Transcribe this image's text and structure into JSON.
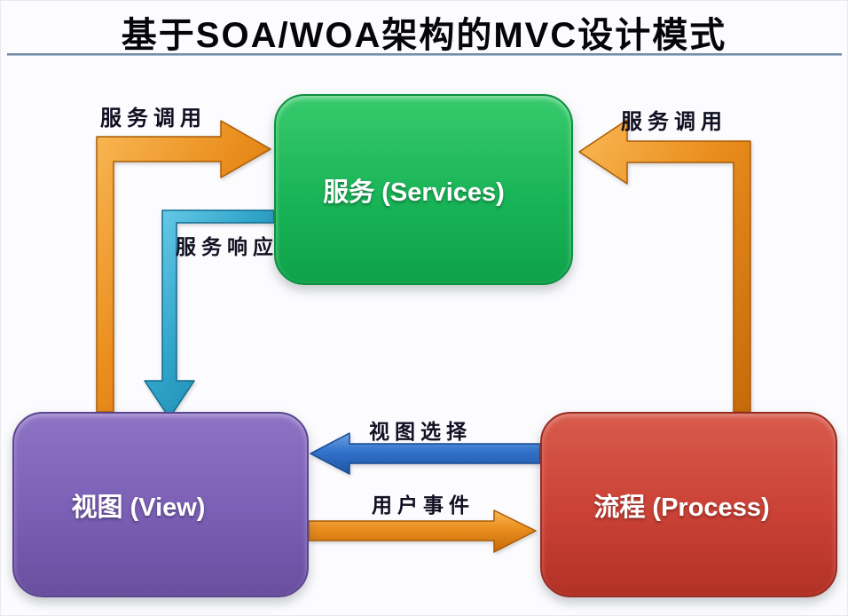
{
  "title": "基于SOA/WOA架构的MVC设计模式",
  "nodes": {
    "services": {
      "label": "服务 (Services)",
      "color": "#19b457"
    },
    "view": {
      "label": "视图 (View)",
      "color": "#7a5fb5"
    },
    "process": {
      "label": "流程 (Process)",
      "color": "#cb4136"
    }
  },
  "edges": {
    "service_call_left": {
      "label": "服务调用",
      "from": "视图 (View)",
      "to": "服务 (Services)",
      "color": "#e8891c"
    },
    "service_response": {
      "label": "服务响应",
      "from": "服务 (Services)",
      "to": "视图 (View)",
      "color": "#2d9fc4"
    },
    "service_call_right": {
      "label": "服务调用",
      "from": "流程 (Process)",
      "to": "服务 (Services)",
      "color": "#e8891c"
    },
    "view_selection": {
      "label": "视图选择",
      "from": "流程 (Process)",
      "to": "视图 (View)",
      "color": "#2f73cc"
    },
    "user_event": {
      "label": "用户事件",
      "from": "视图 (View)",
      "to": "流程 (Process)",
      "color": "#e8891c"
    }
  }
}
